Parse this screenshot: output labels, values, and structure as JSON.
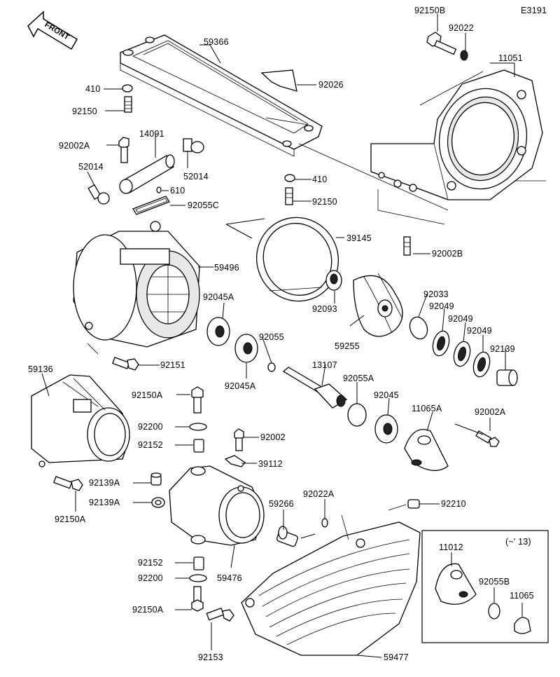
{
  "diagram_code": "E3191",
  "front_label": "FRONT",
  "inset_note": "(~' 13)",
  "callouts": [
    {
      "id": "92150B",
      "name": "callout-92150b"
    },
    {
      "id": "92022",
      "name": "callout-92022"
    },
    {
      "id": "11051",
      "name": "callout-11051"
    },
    {
      "id": "59366",
      "name": "callout-59366"
    },
    {
      "id": "410",
      "name": "callout-410-top"
    },
    {
      "id": "92026",
      "name": "callout-92026"
    },
    {
      "id": "92150",
      "name": "callout-92150-left"
    },
    {
      "id": "92002A",
      "name": "callout-92002a-top"
    },
    {
      "id": "14091",
      "name": "callout-14091"
    },
    {
      "id": "52014",
      "name": "callout-52014-left"
    },
    {
      "id": "52014",
      "name": "callout-52014-right"
    },
    {
      "id": "610",
      "name": "callout-610"
    },
    {
      "id": "410",
      "name": "callout-410-mid"
    },
    {
      "id": "92150",
      "name": "callout-92150-mid"
    },
    {
      "id": "92055C",
      "name": "callout-92055c"
    },
    {
      "id": "39145",
      "name": "callout-39145"
    },
    {
      "id": "92002B",
      "name": "callout-92002b"
    },
    {
      "id": "59496",
      "name": "callout-59496"
    },
    {
      "id": "92045A",
      "name": "callout-92045a-top"
    },
    {
      "id": "92093",
      "name": "callout-92093"
    },
    {
      "id": "92033",
      "name": "callout-92033"
    },
    {
      "id": "92049",
      "name": "callout-92049-1"
    },
    {
      "id": "92049",
      "name": "callout-92049-2"
    },
    {
      "id": "92049",
      "name": "callout-92049-3"
    },
    {
      "id": "92139",
      "name": "callout-92139"
    },
    {
      "id": "92055",
      "name": "callout-92055"
    },
    {
      "id": "59255",
      "name": "callout-59255"
    },
    {
      "id": "92151",
      "name": "callout-92151"
    },
    {
      "id": "59136",
      "name": "callout-59136"
    },
    {
      "id": "13107",
      "name": "callout-13107"
    },
    {
      "id": "92045A",
      "name": "callout-92045a-bottom"
    },
    {
      "id": "92055A",
      "name": "callout-92055a"
    },
    {
      "id": "92150A",
      "name": "callout-92150a-top"
    },
    {
      "id": "92045",
      "name": "callout-92045"
    },
    {
      "id": "11065A",
      "name": "callout-11065a"
    },
    {
      "id": "92002A",
      "name": "callout-92002a-right"
    },
    {
      "id": "92200",
      "name": "callout-92200-top"
    },
    {
      "id": "92002",
      "name": "callout-92002"
    },
    {
      "id": "92152",
      "name": "callout-92152-top"
    },
    {
      "id": "39112",
      "name": "callout-39112"
    },
    {
      "id": "92139A",
      "name": "callout-92139a-1"
    },
    {
      "id": "92139A",
      "name": "callout-92139a-2"
    },
    {
      "id": "92150A",
      "name": "callout-92150a-left"
    },
    {
      "id": "59266",
      "name": "callout-59266"
    },
    {
      "id": "92022A",
      "name": "callout-92022a"
    },
    {
      "id": "92210",
      "name": "callout-92210"
    },
    {
      "id": "11012",
      "name": "callout-11012"
    },
    {
      "id": "92152",
      "name": "callout-92152-bottom"
    },
    {
      "id": "92200",
      "name": "callout-92200-bottom"
    },
    {
      "id": "59476",
      "name": "callout-59476"
    },
    {
      "id": "92055B",
      "name": "callout-92055b"
    },
    {
      "id": "11065",
      "name": "callout-11065"
    },
    {
      "id": "92150A",
      "name": "callout-92150a-bottom"
    },
    {
      "id": "92153",
      "name": "callout-92153"
    },
    {
      "id": "59477",
      "name": "callout-59477"
    }
  ]
}
